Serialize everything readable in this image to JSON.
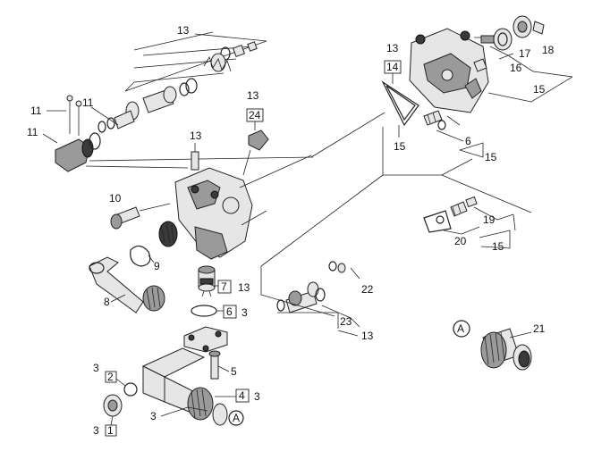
{
  "labels": {
    "l13_top": "13",
    "l11_a": "11",
    "l11_b": "11",
    "l11_c": "11",
    "l13_mid": "13",
    "l13_right_top": "13",
    "l14": "14",
    "l15_a": "15",
    "l15_b": "15",
    "l16": "16",
    "l17": "17",
    "l18": "18",
    "l6_right": "6",
    "l15_c": "15",
    "l24": "24",
    "l13_24": "13",
    "l10": "10",
    "l19": "19",
    "l20": "20",
    "l15_d": "15",
    "l9": "9",
    "l7": "7",
    "l13_7": "13",
    "l8": "8",
    "l6_mid": "6",
    "l3_6": "3",
    "l22": "22",
    "l23": "23",
    "l13_23": "13",
    "l21": "21",
    "l5": "5",
    "l3_2": "3",
    "l2": "2",
    "l4": "4",
    "l3_4": "3",
    "l3_hose": "3",
    "l3_1": "3",
    "l1": "1",
    "markA_left": "A",
    "markA_right": "A"
  }
}
